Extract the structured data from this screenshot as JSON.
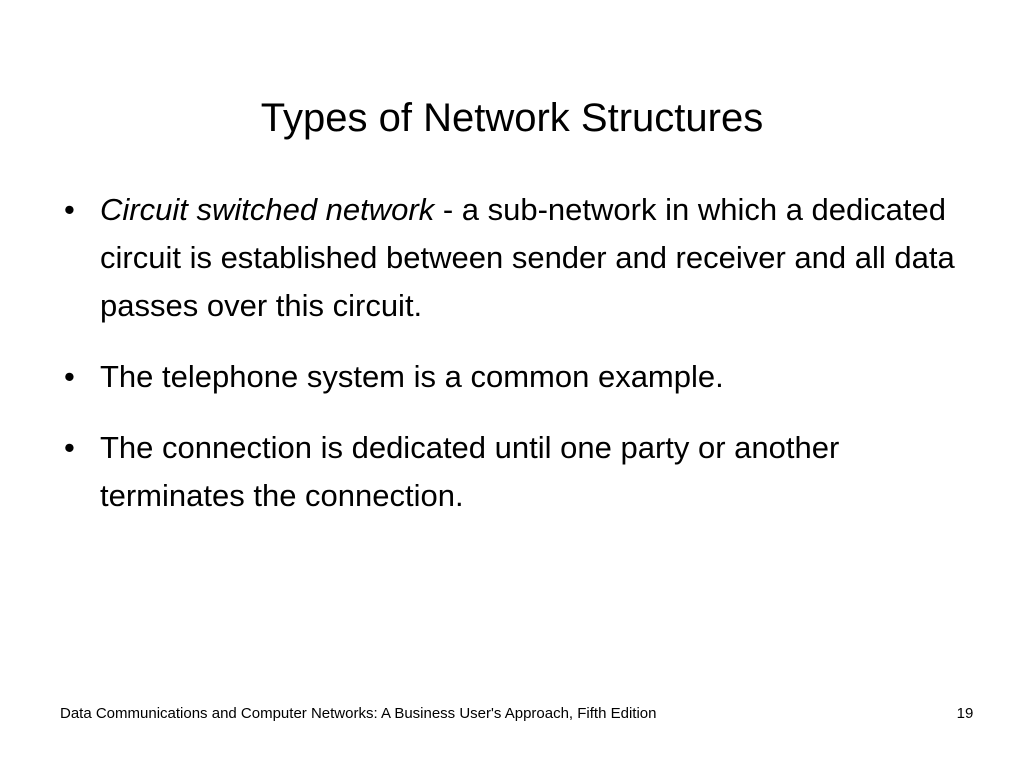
{
  "slide": {
    "title": "Types of Network Structures",
    "bullet_marker": "•",
    "bullets": [
      {
        "emphasis": "Circuit switched network",
        "text": " - a sub-network in which a dedicated circuit is established between sender and receiver and all data passes over this circuit."
      },
      {
        "emphasis": "",
        "text": "The telephone system is a common example."
      },
      {
        "emphasis": "",
        "text": "The connection is dedicated until one party or another terminates the connection."
      }
    ],
    "footer": {
      "source": "Data Communications and Computer Networks: A Business User's Approach, Fifth Edition",
      "page_number": "19"
    },
    "colors": {
      "background": "#ffffff",
      "text": "#000000"
    }
  }
}
